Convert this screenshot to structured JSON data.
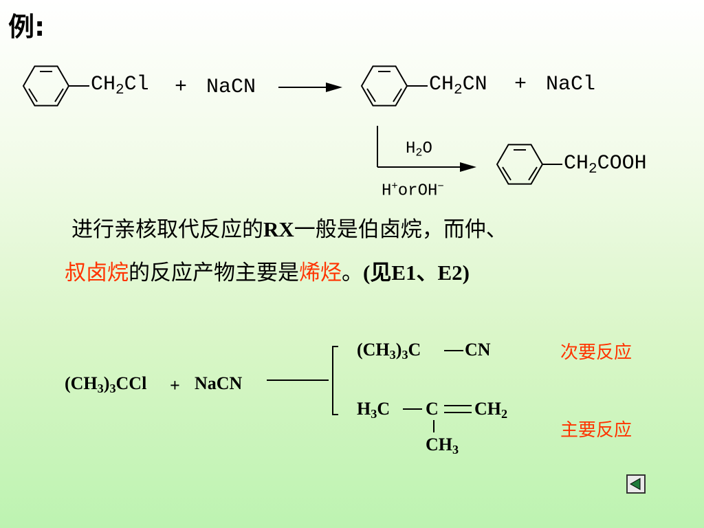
{
  "title": "例:",
  "reaction1": {
    "reactant1_sub": "CH2Cl",
    "plus1": "+",
    "reagent": "NaCN",
    "product": "CH2CN",
    "plus2": "+",
    "byproduct": "NaCl"
  },
  "reaction2": {
    "condition_top": "H2O",
    "condition_bottom": "H+orOH−",
    "product": "CH2COOH"
  },
  "paragraph": {
    "line1_a": "进行亲核取代反应的",
    "line1_b": "RX",
    "line1_c": "一般是伯卤烷，而仲、",
    "line2_red1": "叔卤烷",
    "line2_a": "的反应产物主要是",
    "line2_red2": "烯烃",
    "line2_b": "。",
    "line2_c": "(见E1、E2)"
  },
  "reaction3": {
    "reactant": "(CH3)3CCl",
    "plus": "+",
    "reagent": "NaCN",
    "product_minor_left": "(CH3)3C",
    "product_minor_right": "CN",
    "label_minor": "次要反应",
    "product_major_left": "H3C",
    "product_major_mid": "C",
    "product_major_right": "CH2",
    "product_major_branch": "CH3",
    "label_major": "主要反应"
  },
  "colors": {
    "accent_red": "#ff3300"
  },
  "nav": {
    "icon": "back-arrow-icon"
  }
}
